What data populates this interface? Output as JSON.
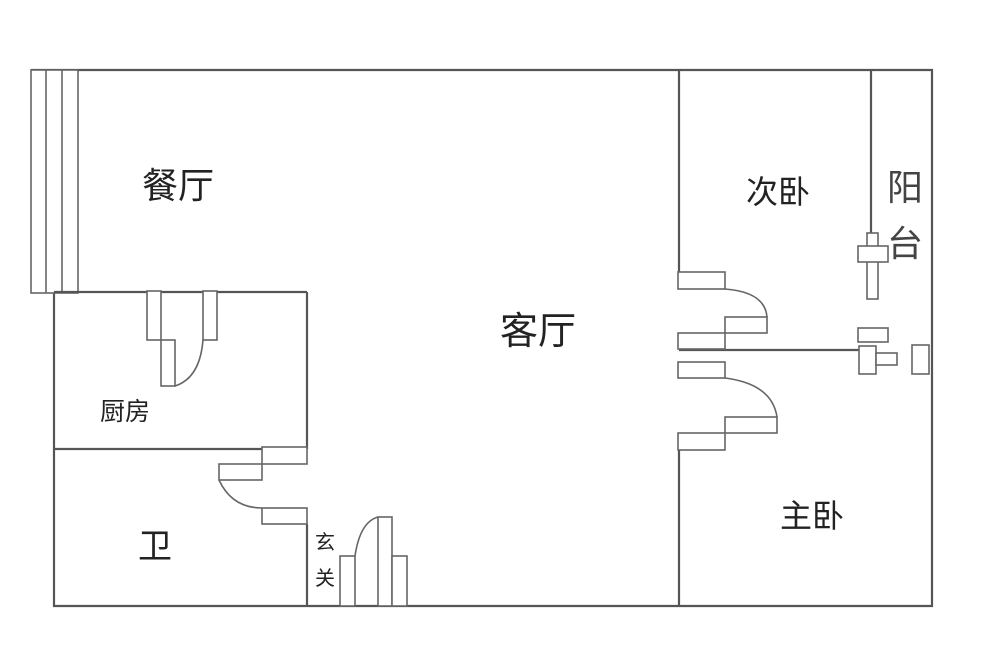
{
  "floor_plan": {
    "rooms": {
      "dining_room": "餐厅",
      "living_room": "客厅",
      "kitchen": "厨房",
      "bathroom": "卫",
      "entrance_line1": "玄",
      "entrance_line2": "关",
      "second_bedroom": "次卧",
      "balcony_line1": "阳",
      "balcony_line2": "台",
      "master_bedroom": "主卧"
    },
    "colors": {
      "wall": "#555555",
      "background": "#ffffff",
      "text": "#222222"
    }
  }
}
